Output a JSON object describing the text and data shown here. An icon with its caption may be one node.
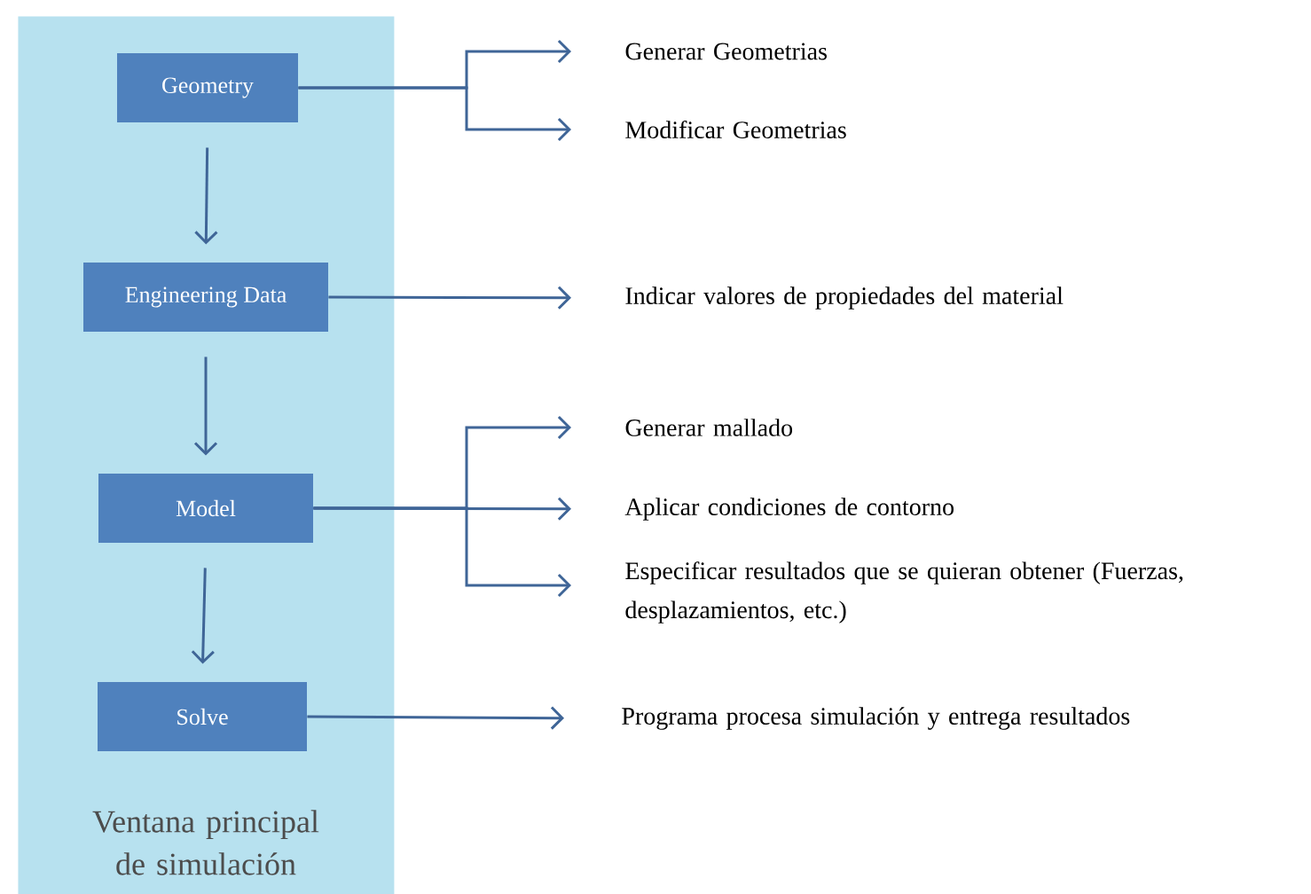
{
  "diagram": {
    "nodes": [
      {
        "text": [
          "Ventana principal de simulación"
        ]
      },
      {
        "text": [
          "Geometry"
        ],
        "in": 0
      },
      {
        "text": [
          "Engineering Data"
        ],
        "in": 0
      },
      {
        "text": [
          "Model"
        ],
        "in": 0
      },
      {
        "text": [
          "Solve"
        ],
        "in": 0
      },
      {
        "text": [
          "Generar Geometrias"
        ]
      },
      {
        "text": [
          "Modificar Geometrias"
        ]
      },
      {
        "text": [
          "Indicar valores  de propiedades del material"
        ]
      },
      {
        "text": [
          "Generar mallado"
        ]
      },
      {
        "text": [
          "Aplicar condiciones de contorno"
        ]
      },
      {
        "text": [
          "Especificar resultados que se quieran obtener (Fuerzas, desplazamientos, etc.)"
        ]
      },
      {
        "text": [
          "Programa procesa simulación y entrega resultados"
        ]
      }
    ],
    "edges": [
      {
        "from": 1,
        "to": 2,
        "arrow": "to"
      },
      {
        "from": 2,
        "to": 3,
        "arrow": "to"
      },
      {
        "from": 3,
        "to": 4,
        "arrow": "to"
      },
      {
        "from": 1,
        "to": 5,
        "arrow": "to"
      },
      {
        "from": 1,
        "to": 6,
        "arrow": "to"
      },
      {
        "from": 2,
        "to": 7,
        "arrow": "to"
      },
      {
        "from": 3,
        "to": 8,
        "arrow": "to"
      },
      {
        "from": 3,
        "to": 9,
        "arrow": "to"
      },
      {
        "from": 3,
        "to": 10,
        "arrow": "to"
      },
      {
        "from": 4,
        "to": 11,
        "arrow": "to"
      }
    ]
  }
}
